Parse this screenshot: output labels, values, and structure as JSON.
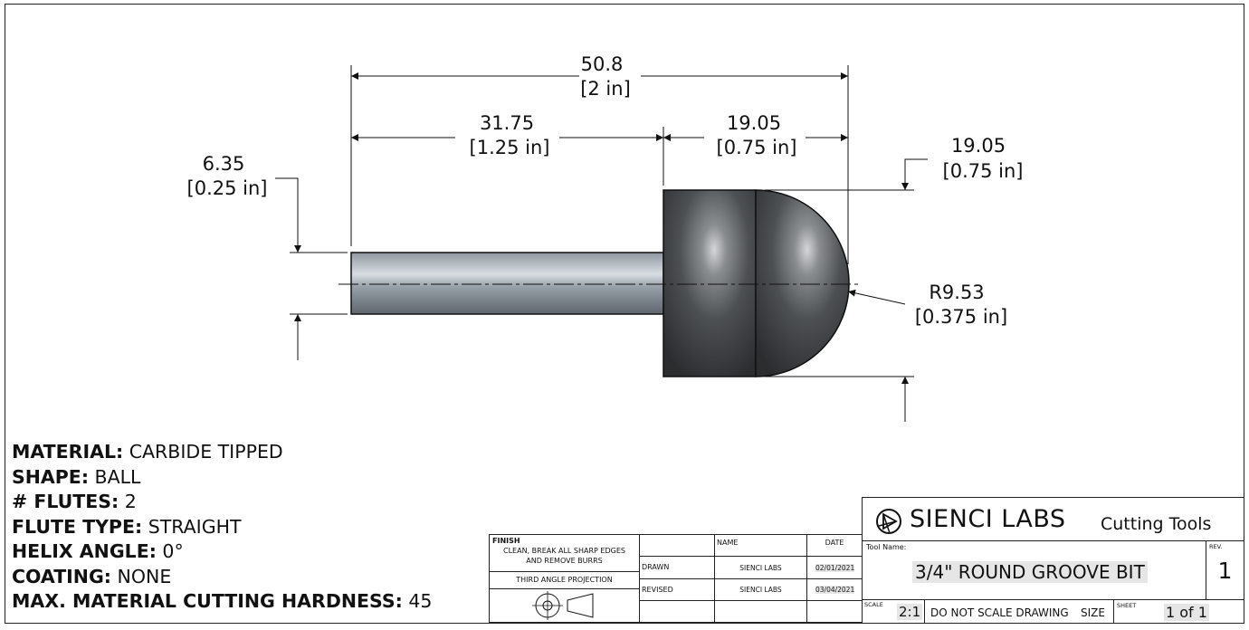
{
  "dimensions": {
    "overall": {
      "mm": "50.8",
      "in": "[2 in]"
    },
    "shank_length": {
      "mm": "31.75",
      "in": "[1.25 in]"
    },
    "head_length": {
      "mm": "19.05",
      "in": "[0.75 in]"
    },
    "shank_diameter": {
      "mm": "6.35",
      "in": "[0.25 in]"
    },
    "head_diameter": {
      "mm": "19.05",
      "in": "[0.75 in]"
    },
    "radius": {
      "mm": "R9.53",
      "in": "[0.375 in]"
    }
  },
  "specs": [
    {
      "label": "MATERIAL:",
      "value": " CARBIDE TIPPED"
    },
    {
      "label": "SHAPE:",
      "value": " BALL"
    },
    {
      "label": "# FLUTES:",
      "value": " 2"
    },
    {
      "label": "FLUTE TYPE:",
      "value": " STRAIGHT"
    },
    {
      "label": "HELIX ANGLE:",
      "value": " 0°"
    },
    {
      "label": "COATING:",
      "value": " NONE"
    },
    {
      "label": "MAX. MATERIAL CUTTING HARDNESS:",
      "value": " 45"
    }
  ],
  "title_block": {
    "finish_heading": "FINISH",
    "finish_line1": "CLEAN, BREAK ALL SHARP EDGES",
    "finish_line2": "AND REMOVE BURRS",
    "projection": "THIRD ANGLE PROJECTION",
    "col_name": "NAME",
    "col_date": "DATE",
    "drawn_label": "DRAWN",
    "drawn_name": "SIENCI LABS",
    "drawn_date": "02/01/2021",
    "revised_label": "REVISED",
    "revised_name": "SIENCI LABS",
    "revised_date": "03/04/2021",
    "company": "SIENCI LABS",
    "category": "Cutting Tools",
    "tool_name_label": "Tool Name:",
    "tool_name": "3/4\" ROUND GROOVE BIT",
    "rev_label": "REV.",
    "rev": "1",
    "scale_label": "SCALE",
    "scale": "2:1",
    "note": "DO NOT SCALE DRAWING",
    "size_label": "SIZE",
    "sheet_label": "SHEET",
    "sheet": "1 of 1"
  }
}
